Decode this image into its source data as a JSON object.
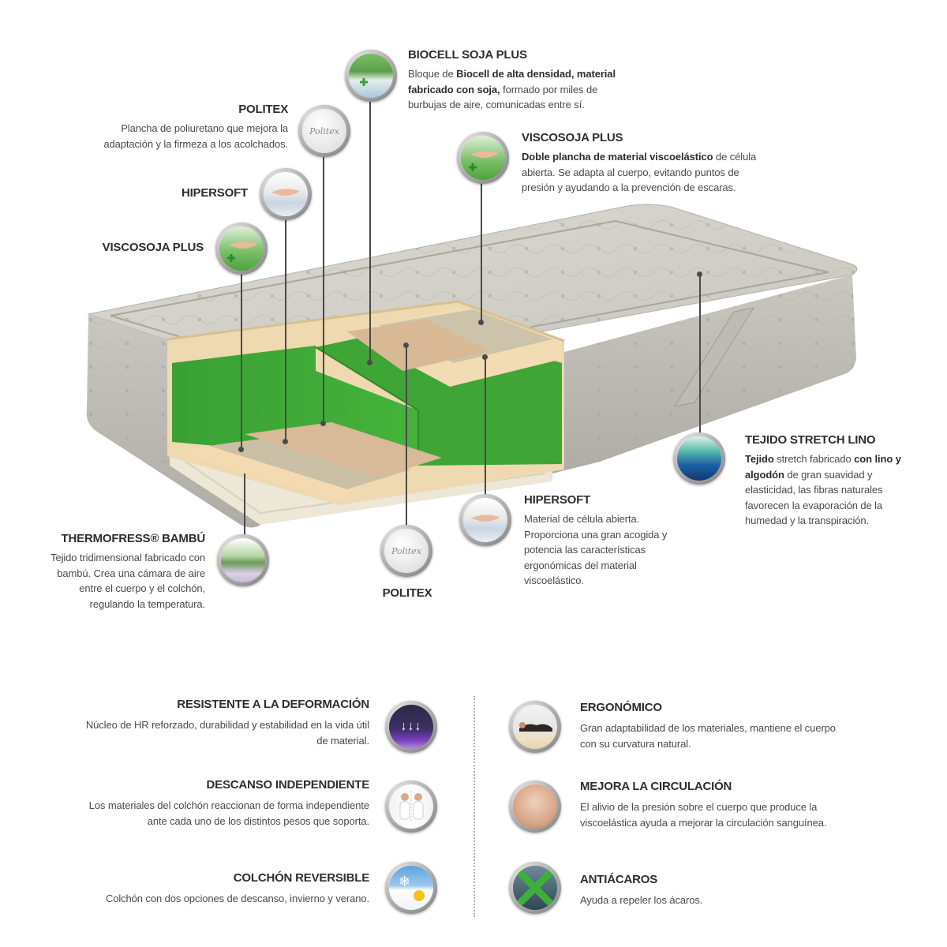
{
  "callouts": {
    "biocell": {
      "title": "BIOCELL SOJA PLUS",
      "desc_p1": "Bloque de ",
      "desc_b1": "Biocell de alta densidad, material fabricado con soja,",
      "desc_p2": " formado por miles de burbujas de aire, comunicadas entre sí."
    },
    "politex_top": {
      "title": "POLITEX",
      "desc": "Plancha de poliuretano que mejora la adaptación y la firmeza a los acolchados."
    },
    "hipersoft_left": {
      "title": "HIPERSOFT"
    },
    "viscosoja_left": {
      "title": "VISCOSOJA PLUS"
    },
    "viscosoja_right": {
      "title": "VISCOSOJA PLUS",
      "desc_b1": "Doble plancha de material viscoelástico",
      "desc_p1": " de célula abierta. Se adapta al cuerpo, evitando puntos de presión y ayudando a la prevención de escaras."
    },
    "tejido": {
      "title": "TEJIDO STRETCH LINO",
      "desc_b1": "Tejido",
      "desc_p1": " stretch fabricado ",
      "desc_b2": "con lino y algodón",
      "desc_p2": " de gran suavidad y elasticidad, las fibras naturales favorecen la evaporación de la humedad y la transpiración."
    },
    "hipersoft_right": {
      "title": "HIPERSOFT",
      "desc": "Material de célula abierta. Proporciona una gran acogida y potencia las características ergonómicas del material viscoelástico."
    },
    "politex_bottom": {
      "title": "POLITEX"
    },
    "thermofress": {
      "title": "THERMOFRESS® BAMBÚ",
      "desc": "Tejido tridimensional fabricado con bambú. Crea una cámara de aire entre el cuerpo y el colchón, regulando la temperatura."
    }
  },
  "badge_text": {
    "politex": "Politex"
  },
  "features": {
    "left": [
      {
        "title": "RESISTENTE A LA DEFORMACIÓN",
        "desc": "Núcleo de HR reforzado, durabilidad y estabilidad en la vida útil de material.",
        "icon": "down-arrows-icon"
      },
      {
        "title": "DESCANSO INDEPENDIENTE",
        "desc": "Los materiales del colchón reaccionan de forma independiente ante cada uno de los distintos pesos que soporta.",
        "icon": "couple-icon"
      },
      {
        "title": "COLCHÓN REVERSIBLE",
        "desc": "Colchón con dos opciones de descanso, invierno y verano.",
        "icon": "snow-sun-icon"
      }
    ],
    "right": [
      {
        "title": "ERGONÓMICO",
        "desc": "Gran adaptabilidad de los materiales, mantiene el cuerpo con su curvatura natural.",
        "icon": "body-icon"
      },
      {
        "title": "MEJORA LA CIRCULACIÓN",
        "desc": "El alivio de la presión sobre el cuerpo que produce la viscoelástica ayuda a mejorar la circulación sanguínea.",
        "icon": "back-icon"
      },
      {
        "title": "ANTIÁCAROS",
        "desc": "Ayuda a repeler los ácaros.",
        "icon": "mite-cross-icon"
      }
    ]
  },
  "colors": {
    "green_core": "#3fa535",
    "tan_layer": "#f1d8a8",
    "stretch_blue": "#1a4f8f",
    "feature_purple": "#5b2b8c"
  }
}
